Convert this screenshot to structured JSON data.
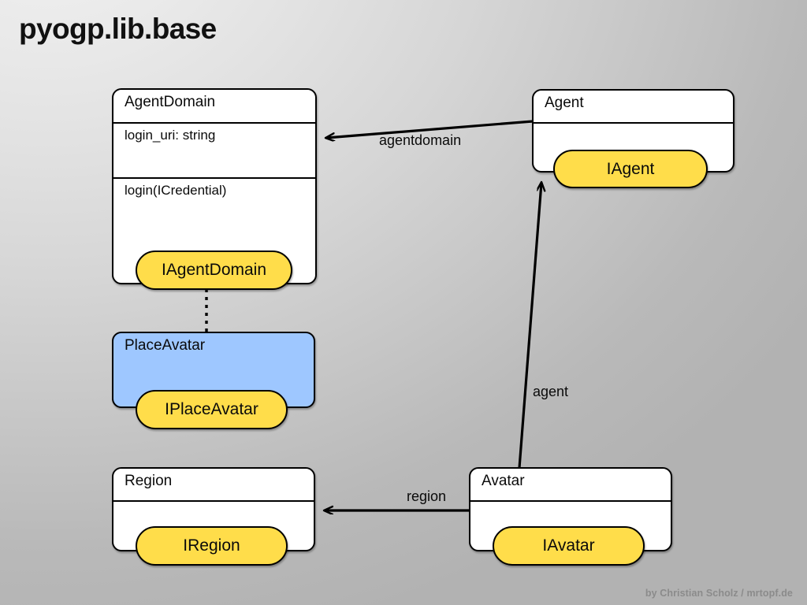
{
  "page": {
    "title": "pyogp.lib.base",
    "footer_credit": "by Christian Scholz / mrtopf.de"
  },
  "colors": {
    "interface_fill": "#ffdd4a",
    "class_fill": "#ffffff",
    "highlight_class_fill": "#9ec7ff",
    "stroke": "#000000",
    "background_light": "#eaeaea",
    "background_dark": "#b2b2b2",
    "footer_text": "#8b8b8b"
  },
  "diagram": {
    "type": "uml-class-diagram",
    "classes": [
      {
        "id": "agentdomain",
        "name": "AgentDomain",
        "fill": "white",
        "attributes": [
          "login_uri: string"
        ],
        "operations": [
          "login(ICredential)"
        ],
        "interface": "IAgentDomain"
      },
      {
        "id": "agent",
        "name": "Agent",
        "fill": "white",
        "attributes": [],
        "operations": [],
        "interface": "IAgent"
      },
      {
        "id": "placeavatar",
        "name": "PlaceAvatar",
        "fill": "blue",
        "attributes": [],
        "operations": [],
        "interface": "IPlaceAvatar"
      },
      {
        "id": "region",
        "name": "Region",
        "fill": "white",
        "attributes": [],
        "operations": [],
        "interface": "IRegion"
      },
      {
        "id": "avatar",
        "name": "Avatar",
        "fill": "white",
        "attributes": [],
        "operations": [],
        "interface": "IAvatar"
      }
    ],
    "interfaces": [
      {
        "id": "iagentdomain",
        "label": "IAgentDomain",
        "implemented_by": "AgentDomain"
      },
      {
        "id": "iagent",
        "label": "IAgent",
        "implemented_by": "Agent"
      },
      {
        "id": "iplaceavatar",
        "label": "IPlaceAvatar",
        "implemented_by": "PlaceAvatar"
      },
      {
        "id": "iregion",
        "label": "IRegion",
        "implemented_by": "Region"
      },
      {
        "id": "iavatar",
        "label": "IAvatar",
        "implemented_by": "Avatar"
      }
    ],
    "relations": [
      {
        "id": "agent-to-agentdomain",
        "label": "agentdomain",
        "from": "Agent",
        "to": "AgentDomain",
        "style": "solid-arrow"
      },
      {
        "id": "avatar-to-agent",
        "label": "agent",
        "from": "Avatar",
        "to": "Agent",
        "style": "solid-arrow"
      },
      {
        "id": "avatar-to-region",
        "label": "region",
        "from": "Avatar",
        "to": "Region",
        "style": "solid-arrow"
      },
      {
        "id": "iagentdomain-to-placeavatar",
        "label": "",
        "from": "IAgentDomain",
        "to": "PlaceAvatar",
        "style": "dotted"
      }
    ]
  }
}
